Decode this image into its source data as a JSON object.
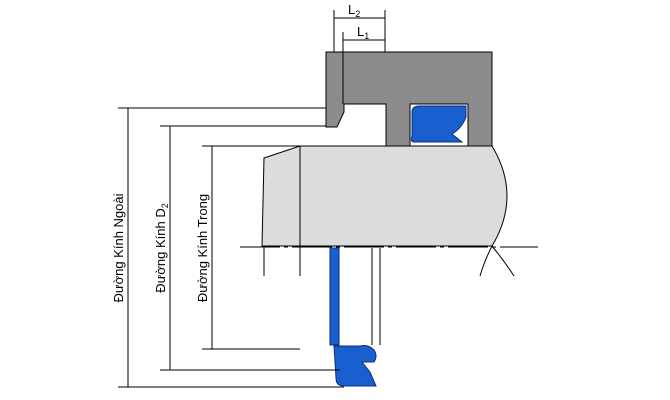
{
  "labels": {
    "L2_main": "L",
    "L2_sub": "2",
    "L1_main": "L",
    "L1_sub": "1",
    "outer_diameter": "Đường Kính Ngoài",
    "d2_main": "Đường Kính D",
    "d2_sub": "2",
    "inner_diameter": "Đường Kính Trong"
  },
  "colors": {
    "housing": "#8c8c8c",
    "shaft": "#dcdcdc",
    "seal": "#1a5fd0",
    "line": "#000000"
  }
}
